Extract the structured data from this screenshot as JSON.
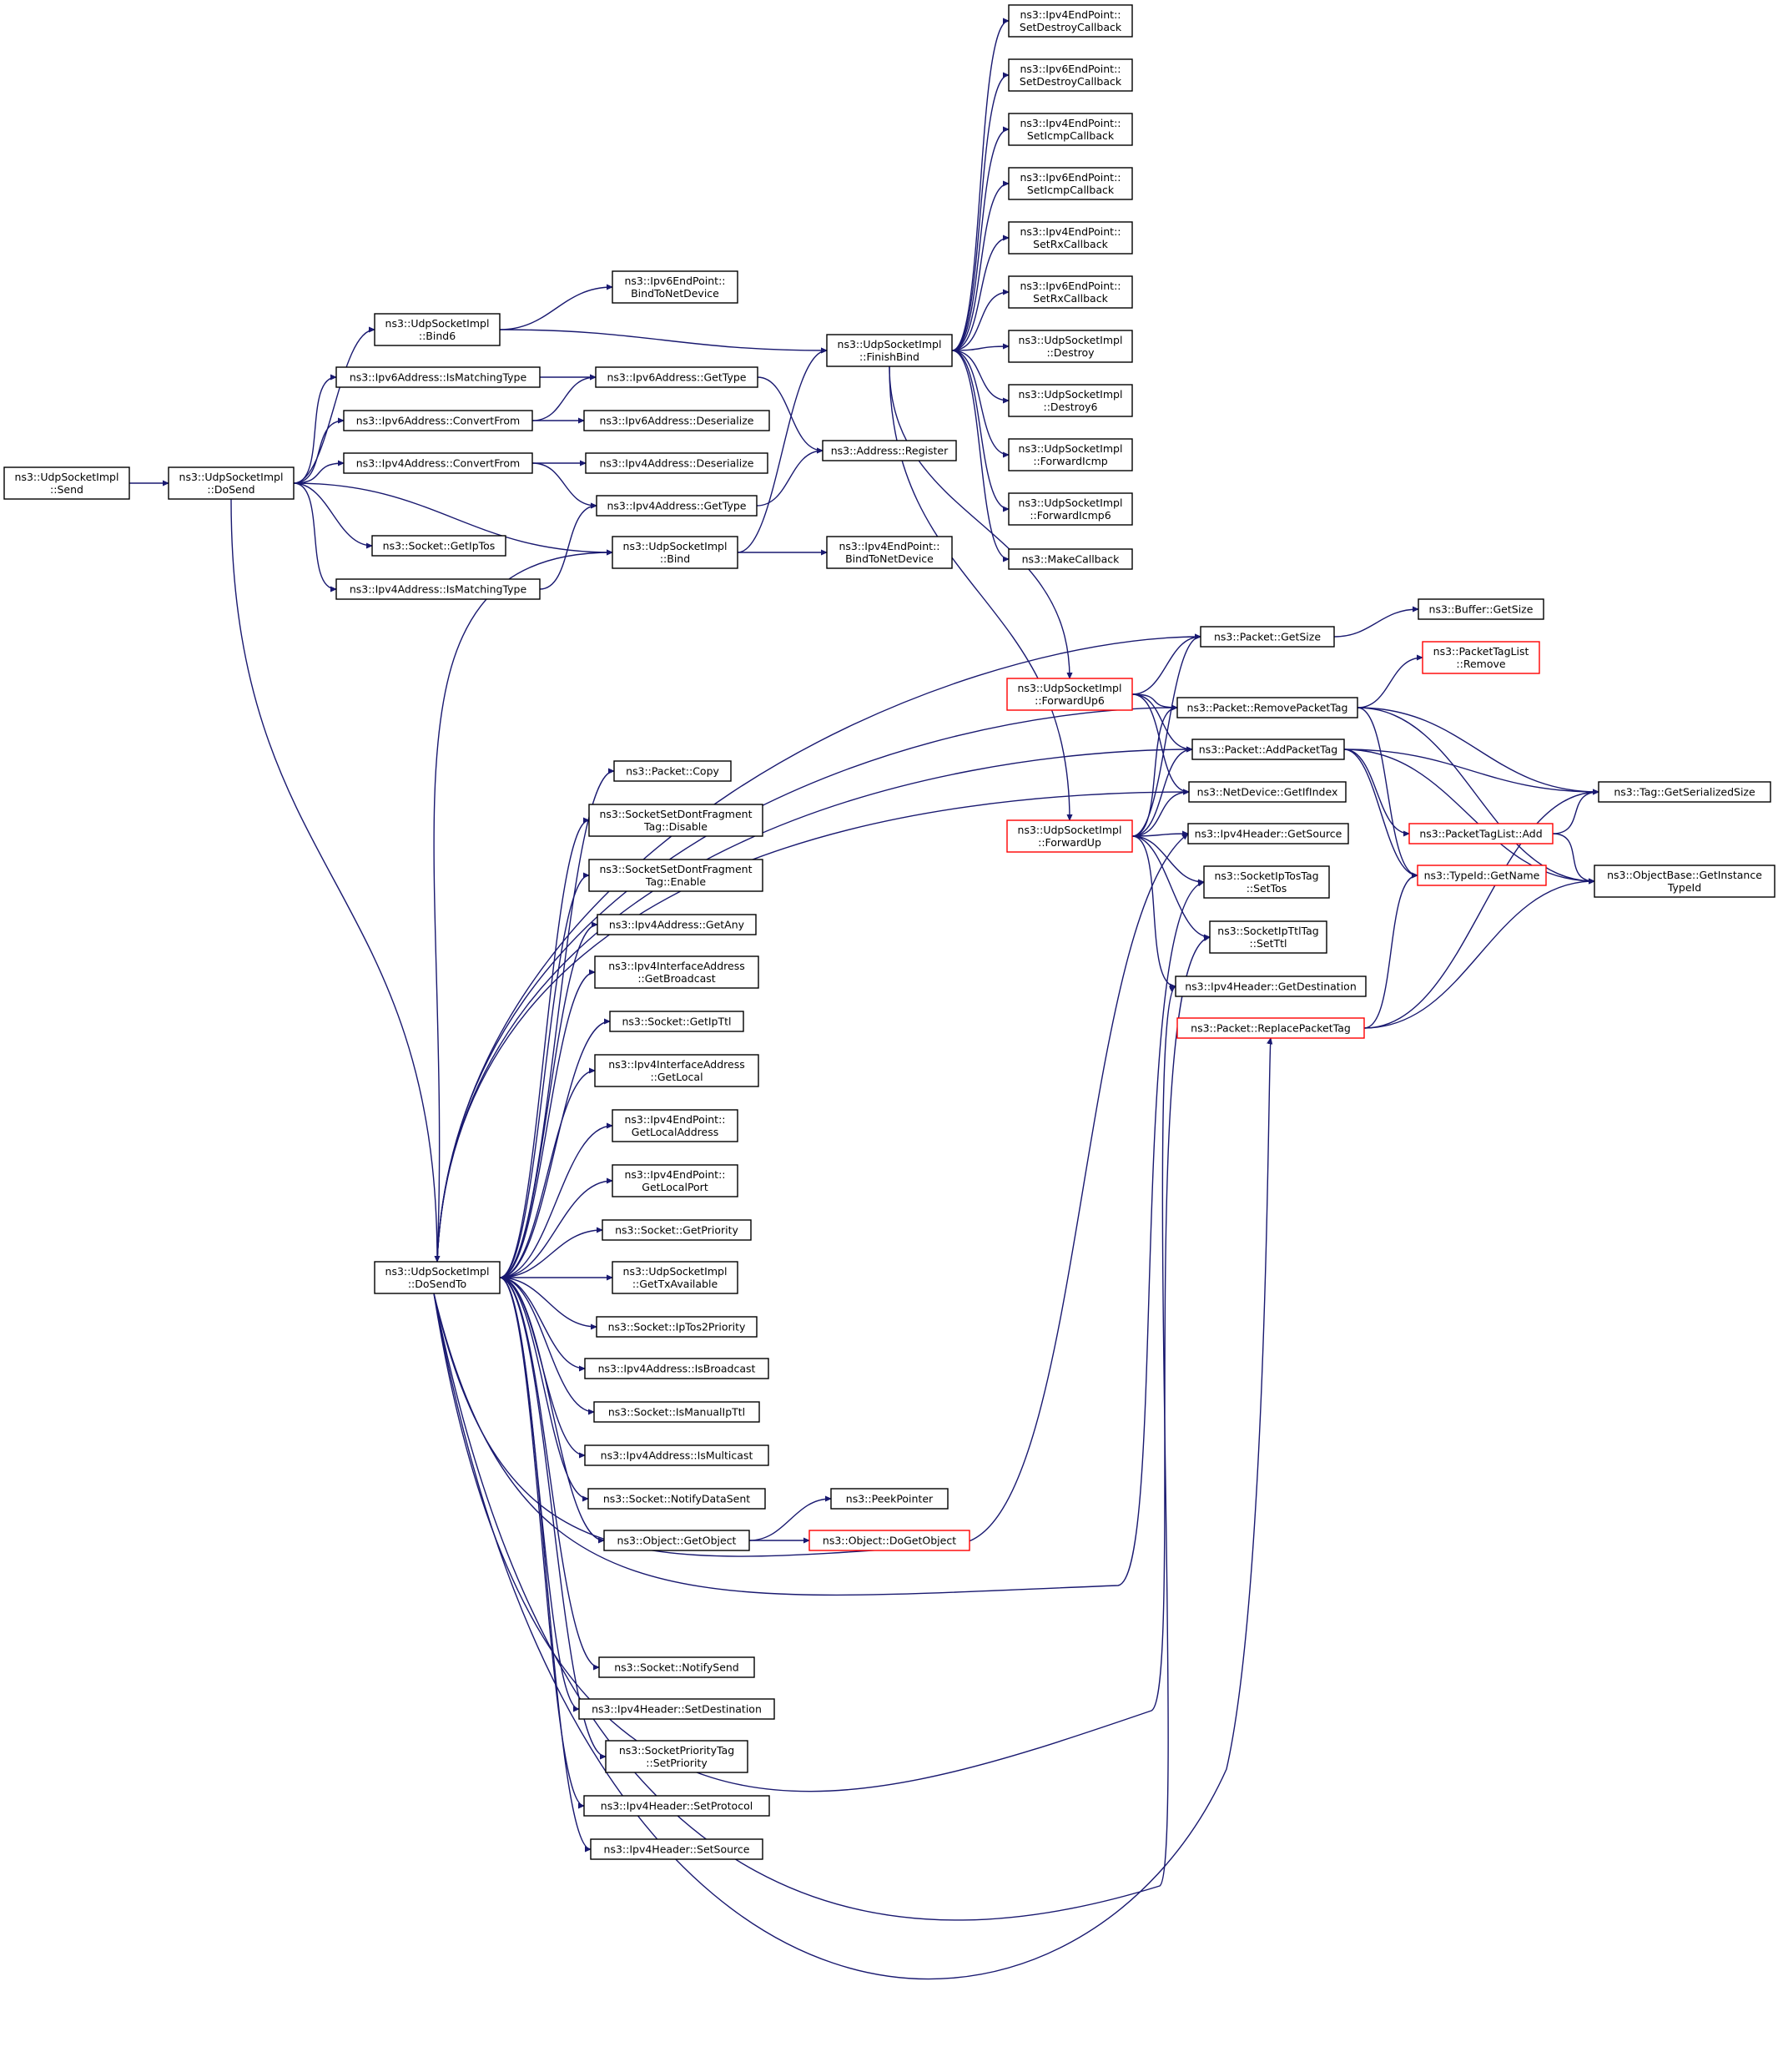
{
  "colors": {
    "edge": "#191970",
    "border_normal": "#000000",
    "border_truncated": "#ff0000",
    "focus_fill": "#bfbfbf",
    "background": "#ffffff"
  },
  "nodes": [
    {
      "id": "send",
      "lines": [
        "ns3::UdpSocketImpl",
        "::Send"
      ],
      "style": "focus"
    },
    {
      "id": "dosend",
      "lines": [
        "ns3::UdpSocketImpl",
        "::DoSend"
      ],
      "style": "normal"
    },
    {
      "id": "bind6",
      "lines": [
        "ns3::UdpSocketImpl",
        "::Bind6"
      ],
      "style": "normal"
    },
    {
      "id": "ipv6ismatch",
      "lines": [
        "ns3::Ipv6Address::IsMatchingType"
      ],
      "style": "normal"
    },
    {
      "id": "ipv6convert",
      "lines": [
        "ns3::Ipv6Address::ConvertFrom"
      ],
      "style": "normal"
    },
    {
      "id": "ipv4convert",
      "lines": [
        "ns3::Ipv4Address::ConvertFrom"
      ],
      "style": "normal"
    },
    {
      "id": "getiptos",
      "lines": [
        "ns3::Socket::GetIpTos"
      ],
      "style": "normal"
    },
    {
      "id": "ipv4ismatch",
      "lines": [
        "ns3::Ipv4Address::IsMatchingType"
      ],
      "style": "normal"
    },
    {
      "id": "dosendto",
      "lines": [
        "ns3::UdpSocketImpl",
        "::DoSendTo"
      ],
      "style": "normal"
    },
    {
      "id": "ipv6bindnet",
      "lines": [
        "ns3::Ipv6EndPoint::",
        "BindToNetDevice"
      ],
      "style": "normal"
    },
    {
      "id": "ipv6gettype",
      "lines": [
        "ns3::Ipv6Address::GetType"
      ],
      "style": "normal"
    },
    {
      "id": "ipv6deser",
      "lines": [
        "ns3::Ipv6Address::Deserialize"
      ],
      "style": "normal"
    },
    {
      "id": "ipv4deser",
      "lines": [
        "ns3::Ipv4Address::Deserialize"
      ],
      "style": "normal"
    },
    {
      "id": "ipv4gettype",
      "lines": [
        "ns3::Ipv4Address::GetType"
      ],
      "style": "normal"
    },
    {
      "id": "bind",
      "lines": [
        "ns3::UdpSocketImpl",
        "::Bind"
      ],
      "style": "normal"
    },
    {
      "id": "copy",
      "lines": [
        "ns3::Packet::Copy"
      ],
      "style": "normal"
    },
    {
      "id": "dfdisable",
      "lines": [
        "ns3::SocketSetDontFragment",
        "Tag::Disable"
      ],
      "style": "normal"
    },
    {
      "id": "dfenable",
      "lines": [
        "ns3::SocketSetDontFragment",
        "Tag::Enable"
      ],
      "style": "normal"
    },
    {
      "id": "getany",
      "lines": [
        "ns3::Ipv4Address::GetAny"
      ],
      "style": "normal"
    },
    {
      "id": "getbcast",
      "lines": [
        "ns3::Ipv4InterfaceAddress",
        "::GetBroadcast"
      ],
      "style": "normal"
    },
    {
      "id": "getipttl",
      "lines": [
        "ns3::Socket::GetIpTtl"
      ],
      "style": "normal"
    },
    {
      "id": "getlocal",
      "lines": [
        "ns3::Ipv4InterfaceAddress",
        "::GetLocal"
      ],
      "style": "normal"
    },
    {
      "id": "getlocaladdr",
      "lines": [
        "ns3::Ipv4EndPoint::",
        "GetLocalAddress"
      ],
      "style": "normal"
    },
    {
      "id": "getlocalport",
      "lines": [
        "ns3::Ipv4EndPoint::",
        "GetLocalPort"
      ],
      "style": "normal"
    },
    {
      "id": "getprio",
      "lines": [
        "ns3::Socket::GetPriority"
      ],
      "style": "normal"
    },
    {
      "id": "gettxavail",
      "lines": [
        "ns3::UdpSocketImpl",
        "::GetTxAvailable"
      ],
      "style": "normal"
    },
    {
      "id": "iptos2prio",
      "lines": [
        "ns3::Socket::IpTos2Priority"
      ],
      "style": "normal"
    },
    {
      "id": "isbcast",
      "lines": [
        "ns3::Ipv4Address::IsBroadcast"
      ],
      "style": "normal"
    },
    {
      "id": "ismanualttl",
      "lines": [
        "ns3::Socket::IsManualIpTtl"
      ],
      "style": "normal"
    },
    {
      "id": "ismcast",
      "lines": [
        "ns3::Ipv4Address::IsMulticast"
      ],
      "style": "normal"
    },
    {
      "id": "notifysent",
      "lines": [
        "ns3::Socket::NotifyDataSent"
      ],
      "style": "normal"
    },
    {
      "id": "getobject",
      "lines": [
        "ns3::Object::GetObject"
      ],
      "style": "normal"
    },
    {
      "id": "notifysend",
      "lines": [
        "ns3::Socket::NotifySend"
      ],
      "style": "normal"
    },
    {
      "id": "setdest",
      "lines": [
        "ns3::Ipv4Header::SetDestination"
      ],
      "style": "normal"
    },
    {
      "id": "setprio",
      "lines": [
        "ns3::SocketPriorityTag",
        "::SetPriority"
      ],
      "style": "normal"
    },
    {
      "id": "setproto",
      "lines": [
        "ns3::Ipv4Header::SetProtocol"
      ],
      "style": "normal"
    },
    {
      "id": "setsource",
      "lines": [
        "ns3::Ipv4Header::SetSource"
      ],
      "style": "normal"
    },
    {
      "id": "finishbind",
      "lines": [
        "ns3::UdpSocketImpl",
        "::FinishBind"
      ],
      "style": "normal"
    },
    {
      "id": "addrreg",
      "lines": [
        "ns3::Address::Register"
      ],
      "style": "normal"
    },
    {
      "id": "ipv4bindnet",
      "lines": [
        "ns3::Ipv4EndPoint::",
        "BindToNetDevice"
      ],
      "style": "normal"
    },
    {
      "id": "peekptr",
      "lines": [
        "ns3::PeekPointer"
      ],
      "style": "normal"
    },
    {
      "id": "dogetobj",
      "lines": [
        "ns3::Object::DoGetObject"
      ],
      "style": "truncated"
    },
    {
      "id": "v4setdestroy",
      "lines": [
        "ns3::Ipv4EndPoint::",
        "SetDestroyCallback"
      ],
      "style": "normal"
    },
    {
      "id": "v6setdestroy",
      "lines": [
        "ns3::Ipv6EndPoint::",
        "SetDestroyCallback"
      ],
      "style": "normal"
    },
    {
      "id": "v4seticmp",
      "lines": [
        "ns3::Ipv4EndPoint::",
        "SetIcmpCallback"
      ],
      "style": "normal"
    },
    {
      "id": "v6seticmp",
      "lines": [
        "ns3::Ipv6EndPoint::",
        "SetIcmpCallback"
      ],
      "style": "normal"
    },
    {
      "id": "v4setrx",
      "lines": [
        "ns3::Ipv4EndPoint::",
        "SetRxCallback"
      ],
      "style": "normal"
    },
    {
      "id": "v6setrx",
      "lines": [
        "ns3::Ipv6EndPoint::",
        "SetRxCallback"
      ],
      "style": "normal"
    },
    {
      "id": "destroy",
      "lines": [
        "ns3::UdpSocketImpl",
        "::Destroy"
      ],
      "style": "normal"
    },
    {
      "id": "destroy6",
      "lines": [
        "ns3::UdpSocketImpl",
        "::Destroy6"
      ],
      "style": "normal"
    },
    {
      "id": "fwdicmp",
      "lines": [
        "ns3::UdpSocketImpl",
        "::ForwardIcmp"
      ],
      "style": "normal"
    },
    {
      "id": "fwdicmp6",
      "lines": [
        "ns3::UdpSocketImpl",
        "::ForwardIcmp6"
      ],
      "style": "normal"
    },
    {
      "id": "makecb",
      "lines": [
        "ns3::MakeCallback"
      ],
      "style": "normal"
    },
    {
      "id": "fwdup6",
      "lines": [
        "ns3::UdpSocketImpl",
        "::ForwardUp6"
      ],
      "style": "truncated"
    },
    {
      "id": "fwdup",
      "lines": [
        "ns3::UdpSocketImpl",
        "::ForwardUp"
      ],
      "style": "truncated"
    },
    {
      "id": "pktgetsize",
      "lines": [
        "ns3::Packet::GetSize"
      ],
      "style": "normal"
    },
    {
      "id": "removetag",
      "lines": [
        "ns3::Packet::RemovePacketTag"
      ],
      "style": "normal"
    },
    {
      "id": "addtag",
      "lines": [
        "ns3::Packet::AddPacketTag"
      ],
      "style": "normal"
    },
    {
      "id": "getifindex",
      "lines": [
        "ns3::NetDevice::GetIfIndex"
      ],
      "style": "normal"
    },
    {
      "id": "getsource",
      "lines": [
        "ns3::Ipv4Header::GetSource"
      ],
      "style": "normal"
    },
    {
      "id": "settos",
      "lines": [
        "ns3::SocketIpTosTag",
        "::SetTos"
      ],
      "style": "normal"
    },
    {
      "id": "setttl",
      "lines": [
        "ns3::SocketIpTtlTag",
        "::SetTtl"
      ],
      "style": "normal"
    },
    {
      "id": "getdest",
      "lines": [
        "ns3::Ipv4Header::GetDestination"
      ],
      "style": "normal"
    },
    {
      "id": "replacetag",
      "lines": [
        "ns3::Packet::ReplacePacketTag"
      ],
      "style": "truncated"
    },
    {
      "id": "bufgetsize",
      "lines": [
        "ns3::Buffer::GetSize"
      ],
      "style": "normal"
    },
    {
      "id": "ptlremove",
      "lines": [
        "ns3::PacketTagList",
        "::Remove"
      ],
      "style": "truncated"
    },
    {
      "id": "ptladd",
      "lines": [
        "ns3::PacketTagList::Add"
      ],
      "style": "truncated"
    },
    {
      "id": "typeidname",
      "lines": [
        "ns3::TypeId::GetName"
      ],
      "style": "truncated"
    },
    {
      "id": "tagsersize",
      "lines": [
        "ns3::Tag::GetSerializedSize"
      ],
      "style": "normal"
    },
    {
      "id": "objbasetypeid",
      "lines": [
        "ns3::ObjectBase::GetInstance",
        "TypeId"
      ],
      "style": "normal"
    }
  ]
}
